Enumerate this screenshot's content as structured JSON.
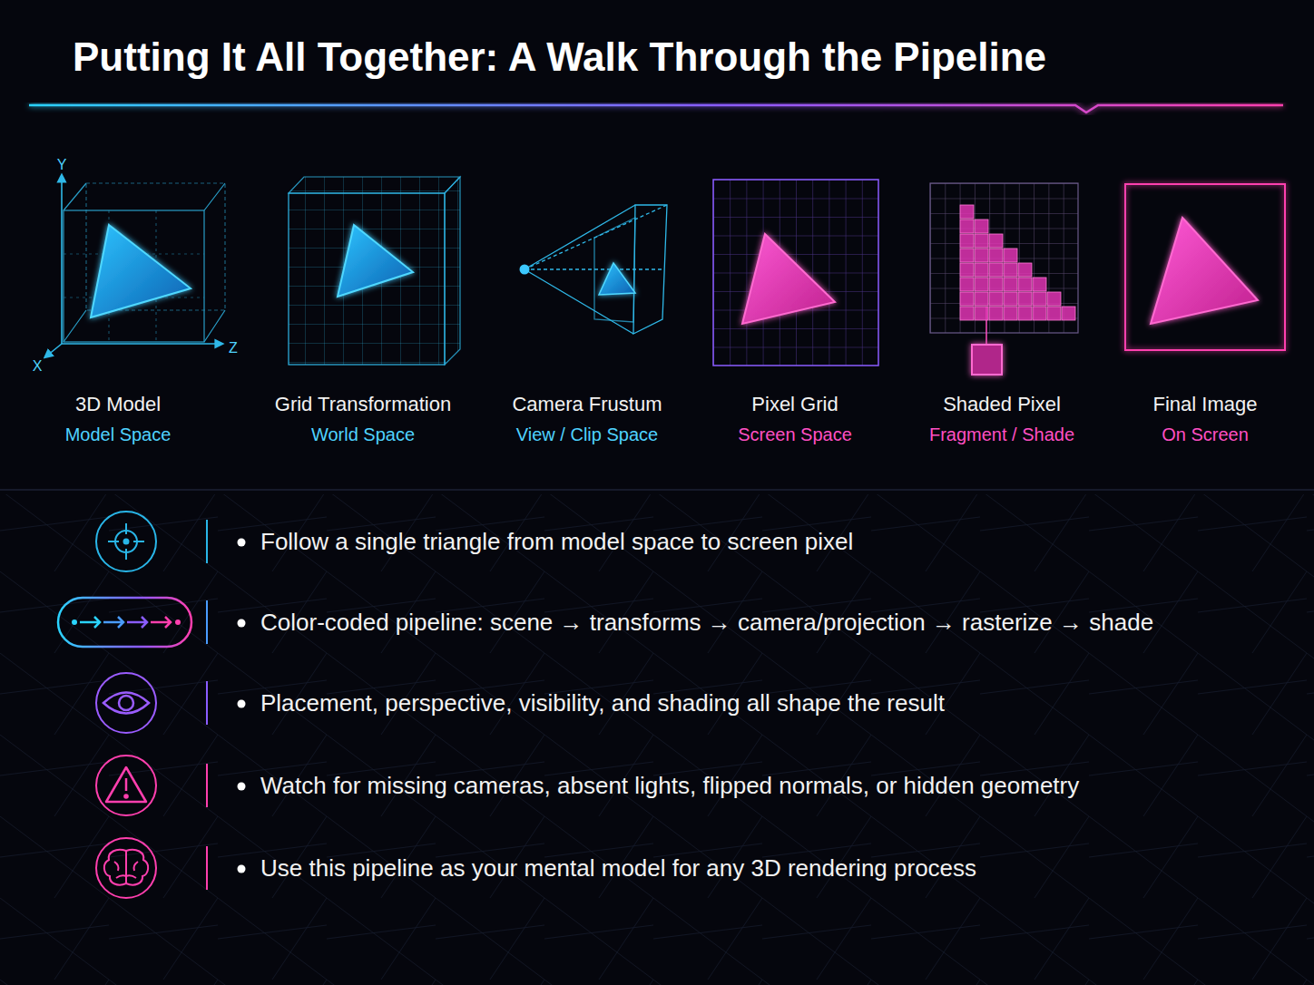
{
  "diagram": {
    "title": "Putting It All Together: A Walk Through the Pipeline",
    "nodes": [
      {
        "text": [
          "3D Model",
          "Model Space"
        ]
      },
      {
        "text": [
          "Grid Transformation",
          "World Space"
        ]
      },
      {
        "text": [
          "Camera Frustum",
          "View / Clip Space"
        ]
      },
      {
        "text": [
          "Pixel Grid",
          "Screen Space"
        ]
      },
      {
        "text": [
          "Shaded Pixel",
          "Fragment / Shade"
        ]
      },
      {
        "text": [
          "Final Image",
          "On Screen"
        ]
      }
    ],
    "edges": [
      {
        "from": 0,
        "to": 1,
        "arrow": "to"
      },
      {
        "from": 1,
        "to": 2,
        "arrow": "to"
      },
      {
        "from": 2,
        "to": 3,
        "arrow": "to"
      },
      {
        "from": 3,
        "to": 4,
        "arrow": "to"
      },
      {
        "from": 4,
        "to": 5,
        "arrow": "to"
      }
    ],
    "labels": [
      "Y",
      "Z",
      "X",
      "Follow a single triangle from model space to screen pixel",
      "Color-coded pipeline: scene → transforms → camera/projection → rasterize → shade",
      "Placement, perspective, visibility, and shading all shape the result",
      "Watch for missing cameras, absent lights, flipped normals, or hidden geometry",
      "Use this pipeline as your mental model for any 3D rendering process"
    ]
  }
}
